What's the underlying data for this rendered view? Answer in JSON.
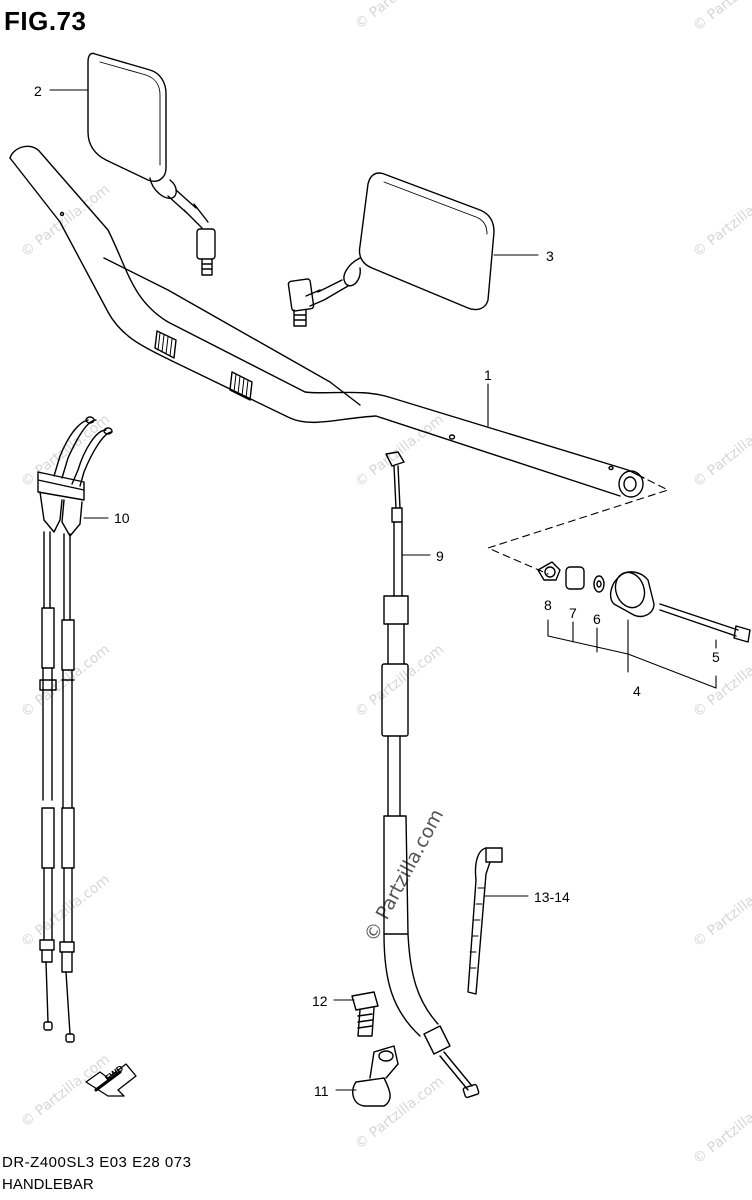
{
  "figure": {
    "title": "FIG.73"
  },
  "footer": {
    "code": "DR-Z400SL3  E03  E28  073",
    "name": "HANDLEBAR"
  },
  "watermark": {
    "text": "© Partzilla.com"
  },
  "callouts": {
    "c1": "1",
    "c2": "2",
    "c3": "3",
    "c4": "4",
    "c5": "5",
    "c6": "6",
    "c7": "7",
    "c8": "8",
    "c9": "9",
    "c10": "10",
    "c11": "11",
    "c12": "12",
    "c13_14": "13-14"
  },
  "fwd_arrow": {
    "label": "FWD"
  }
}
